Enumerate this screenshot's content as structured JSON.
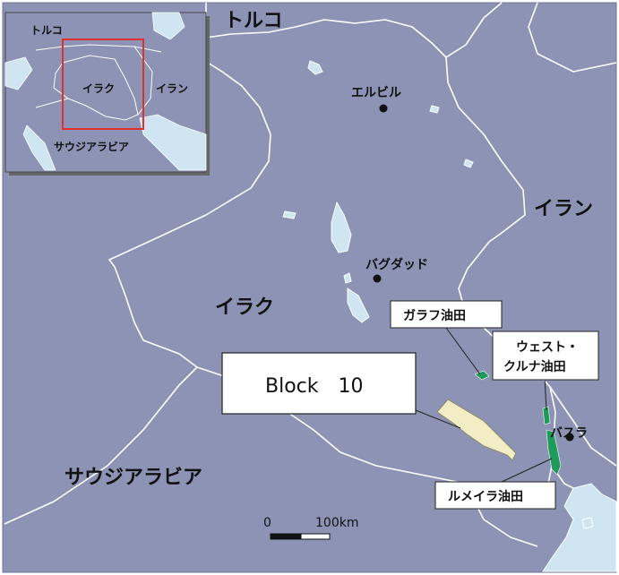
{
  "colors": {
    "land": "#8c93b4",
    "water": "#cfe6f2",
    "border": "#ffffff",
    "oilfield": "#1e9a5a",
    "block": "#f2edc4",
    "inset_highlight": "#e03030"
  },
  "countries": {
    "turkey": "トルコ",
    "iran": "イラン",
    "iraq": "イラク",
    "saudi": "サウジアラビア"
  },
  "cities": {
    "erbil": "エルビル",
    "baghdad": "バグダッド",
    "basra": "バスラ"
  },
  "oilfields": {
    "garraf": "ガラフ油田",
    "west_qurna_line1": "ウェスト・",
    "west_qurna_line2": "クルナ油田",
    "rumaila": "ルメイラ油田"
  },
  "block": {
    "label": "Block　10"
  },
  "scale": {
    "zero": "0",
    "max": "100km"
  },
  "inset": {
    "turkey": "トルコ",
    "iraq": "イラク",
    "iran": "イラン",
    "saudi": "サウジアラビア"
  }
}
